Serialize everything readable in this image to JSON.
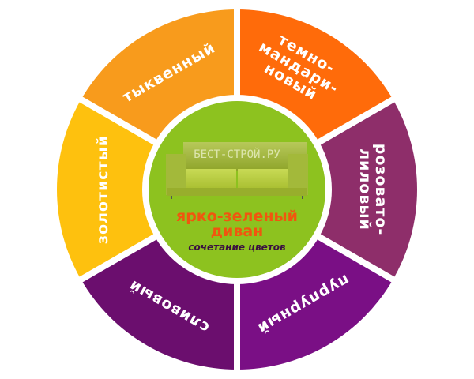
{
  "center": {
    "title_line1": "ярко-зеленый",
    "title_line2": "диван",
    "subtitle": "сочетание цветов",
    "watermark": "БЕСТ-СТРОЙ.РУ",
    "color": "#8DC21F",
    "title_color": "#F0560F",
    "subtitle_color": "#3A1040"
  },
  "segments": [
    {
      "lines": [
        "тыквенный"
      ],
      "color": "#F89B1C",
      "text_color": "#FFFFFF"
    },
    {
      "lines": [
        "темно-",
        "мандари-",
        "новый"
      ],
      "color": "#FF6B0A",
      "text_color": "#FFFFFF"
    },
    {
      "lines": [
        "розовато-",
        "лиловый"
      ],
      "color": "#8E2E6A",
      "text_color": "#FFFFFF"
    },
    {
      "lines": [
        "пурпурный"
      ],
      "color": "#7A0F85",
      "text_color": "#FFFFFF"
    },
    {
      "lines": [
        "сливовый"
      ],
      "color": "#6B0E6E",
      "text_color": "#FFFFFF"
    },
    {
      "lines": [
        "золотистый"
      ],
      "color": "#FEC10E",
      "text_color": "#F26A1B"
    }
  ]
}
